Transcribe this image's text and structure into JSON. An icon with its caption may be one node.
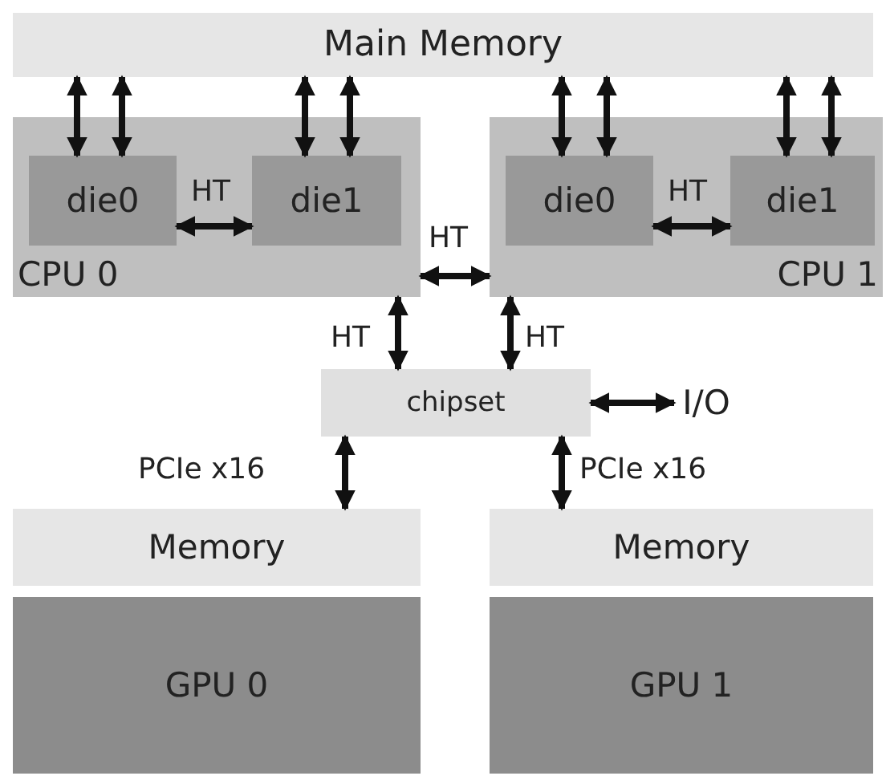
{
  "diagram": {
    "nodes": [
      {
        "text": [
          "Main Memory"
        ]
      },
      {
        "text": [
          "CPU 0"
        ]
      },
      {
        "text": [
          "die0"
        ],
        "in": 1
      },
      {
        "text": [
          "die1"
        ],
        "in": 1
      },
      {
        "text": [
          "CPU 1"
        ]
      },
      {
        "text": [
          "die0"
        ],
        "in": 4
      },
      {
        "text": [
          "die1"
        ],
        "in": 4
      },
      {
        "text": [
          "chipset"
        ]
      },
      {
        "text": [
          "I/O"
        ]
      },
      {
        "text": [
          "Memory"
        ]
      },
      {
        "text": [
          "GPU 0"
        ]
      },
      {
        "text": [
          "Memory"
        ]
      },
      {
        "text": [
          "GPU 1"
        ]
      }
    ],
    "edges": [
      {
        "from": 0,
        "to": 2,
        "arrow": "both"
      },
      {
        "from": 0,
        "to": 2,
        "arrow": "both"
      },
      {
        "from": 0,
        "to": 3,
        "arrow": "both"
      },
      {
        "from": 0,
        "to": 3,
        "arrow": "both"
      },
      {
        "from": 0,
        "to": 5,
        "arrow": "both"
      },
      {
        "from": 0,
        "to": 5,
        "arrow": "both"
      },
      {
        "from": 0,
        "to": 6,
        "arrow": "both"
      },
      {
        "from": 0,
        "to": 6,
        "arrow": "both"
      },
      {
        "from": 2,
        "to": 3,
        "arrow": "both",
        "label": "HT"
      },
      {
        "from": 5,
        "to": 6,
        "arrow": "both",
        "label": "HT"
      },
      {
        "from": 1,
        "to": 4,
        "arrow": "both",
        "label": "HT"
      },
      {
        "from": 1,
        "to": 7,
        "arrow": "both",
        "label": "HT"
      },
      {
        "from": 4,
        "to": 7,
        "arrow": "both",
        "label": "HT"
      },
      {
        "from": 7,
        "to": 8,
        "arrow": "both"
      },
      {
        "from": 7,
        "to": 9,
        "arrow": "both",
        "label": "PCIe x16"
      },
      {
        "from": 7,
        "to": 11,
        "arrow": "both",
        "label": "PCIe x16"
      }
    ]
  }
}
